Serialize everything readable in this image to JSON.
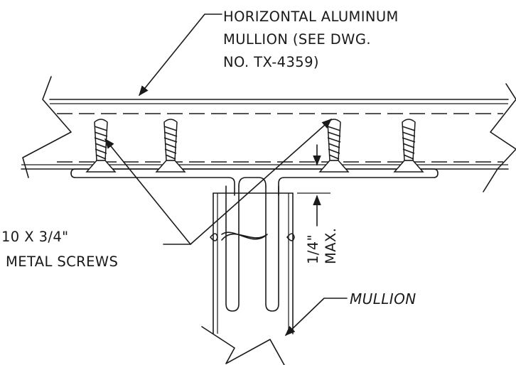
{
  "labels": {
    "horizontal_mullion": [
      "HORIZONTAL ALUMINUM",
      "MULLION (SEE DWG.",
      "NO. TX-4359)"
    ],
    "screws": [
      "10 X 3/4\"",
      "METAL SCREWS"
    ],
    "gap_value": "1/4\"",
    "gap_max": "MAX.",
    "mullion": "MULLION"
  },
  "icons": [
    "screw-icon",
    "arrowhead-icon",
    "break-line-icon"
  ],
  "colors": {
    "ink": "#1a1a1a",
    "paper": "#ffffff"
  }
}
